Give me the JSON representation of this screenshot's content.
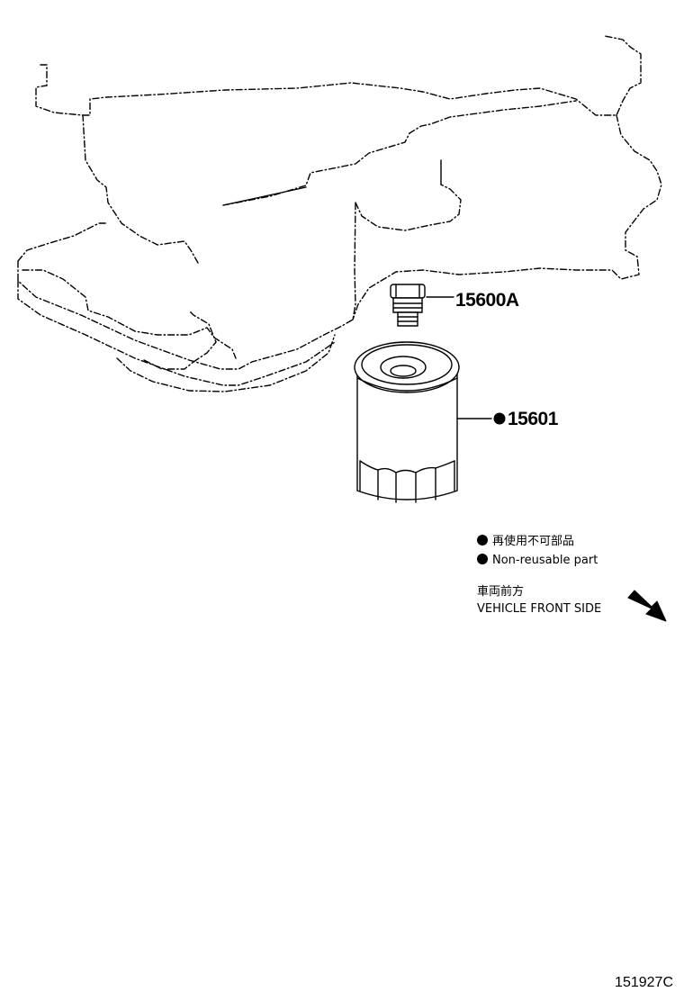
{
  "parts": [
    {
      "number": "15600A",
      "marker": ""
    },
    {
      "number": "15601",
      "marker": "non-reusable"
    }
  ],
  "legend": {
    "non_reusable_jp": "再使用不可部品",
    "non_reusable_en": "Non-reusable part"
  },
  "direction": {
    "label_jp": "車両前方",
    "label_en": "VEHICLE FRONT SIDE",
    "arrow_icon": "arrow-down-right-icon"
  },
  "figure_id": "151927C"
}
